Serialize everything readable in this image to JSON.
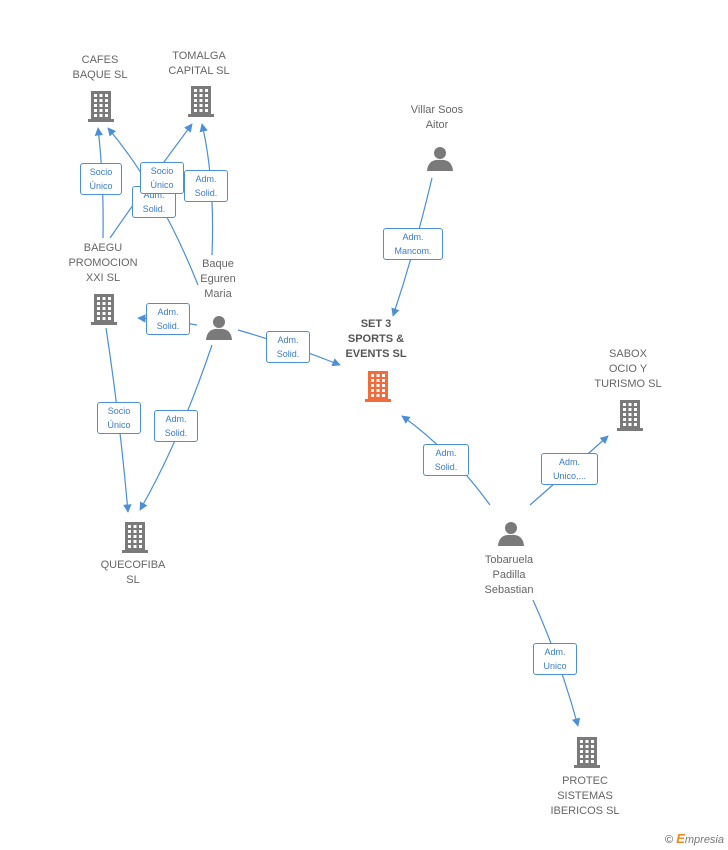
{
  "colors": {
    "company": "#7a7a7a",
    "focus_company": "#f26b3a",
    "person": "#7a7a7a",
    "edge": "#4a8fd8"
  },
  "nodes": {
    "cafes": {
      "label": "CAFES\nBAQUE SL",
      "type": "company"
    },
    "tomalga": {
      "label": "TOMALGA\nCAPITAL SL",
      "type": "company"
    },
    "baegu": {
      "label": "BAEGU\nPROMOCION\nXXI SL",
      "type": "company"
    },
    "baque": {
      "label": "Baque\nEguren\nMaria",
      "type": "person"
    },
    "villar": {
      "label": "Villar Soos\nAitor",
      "type": "person"
    },
    "set3": {
      "label": "SET 3\nSPORTS &\nEVENTS  SL",
      "type": "focus-company"
    },
    "sabox": {
      "label": "SABOX\nOCIO Y\nTURISMO  SL",
      "type": "company"
    },
    "quecofiba": {
      "label": "QUECOFIBA\nSL",
      "type": "company"
    },
    "tobaruela": {
      "label": "Tobaruela\nPadilla\nSebastian",
      "type": "person"
    },
    "protec": {
      "label": "PROTEC\nSISTEMAS\nIBERICOS  SL",
      "type": "company"
    }
  },
  "edges": {
    "baegu_cafes": "Socio\nÚnico",
    "baque_cafes": "Adm.\nSolid.",
    "baegu_tomalga": "Socio\nÚnico",
    "baque_tomalga": "Adm.\nSolid.",
    "villar_set3": "Adm.\nMancom.",
    "baque_baegu": "Adm.\nSolid.",
    "baque_set3": "Adm.\nSolid.",
    "baegu_quecofiba": "Socio\nÚnico",
    "baque_quecofiba": "Adm.\nSolid.",
    "tobaruela_set3": "Adm.\nSolid.",
    "tobaruela_sabox": "Adm.\nUnico,...",
    "tobaruela_protec": "Adm.\nUnico"
  },
  "footer": {
    "copyright": "©",
    "brand_first": "E",
    "brand_rest": "mpresia"
  }
}
